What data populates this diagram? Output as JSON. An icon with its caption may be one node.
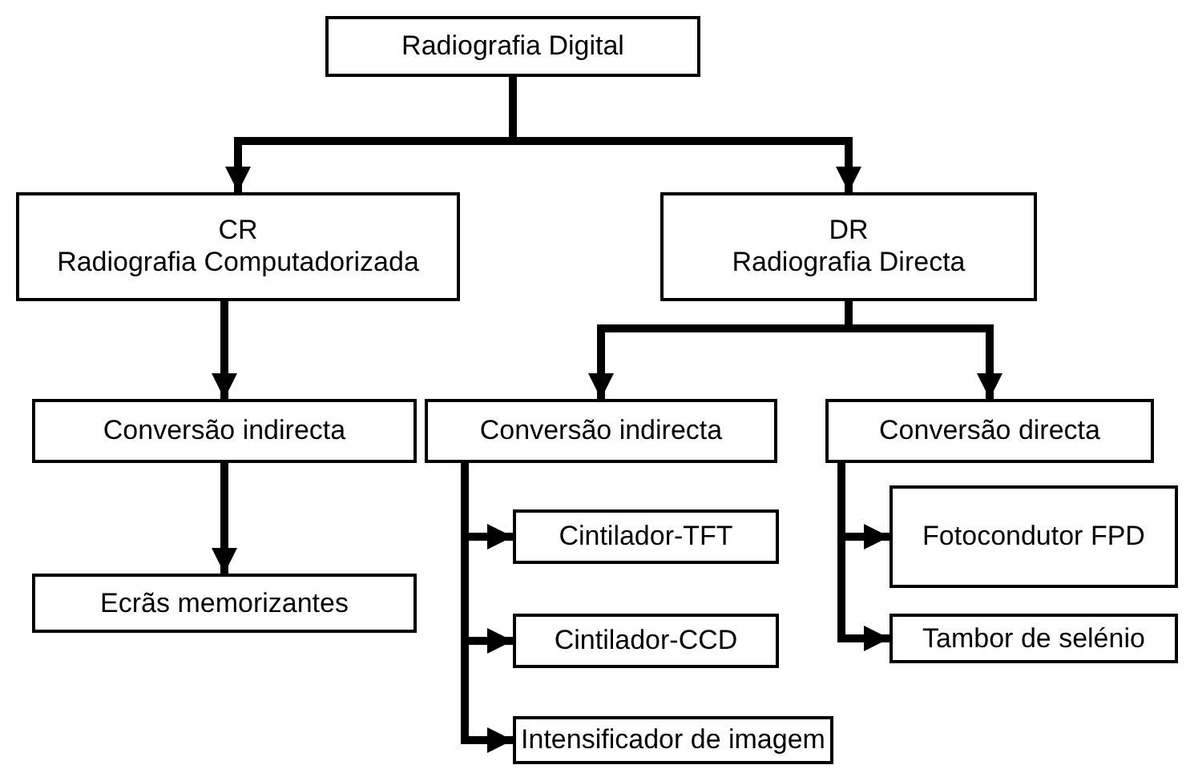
{
  "diagram": {
    "nodes": [
      {
        "text": [
          "Radiografia Digital"
        ]
      },
      {
        "text": [
          "CR",
          "Radiografia Computadorizada"
        ]
      },
      {
        "text": [
          "DR",
          "Radiografia Directa"
        ]
      },
      {
        "text": [
          "Conversão indirecta"
        ]
      },
      {
        "text": [
          "Ecrãs memorizantes"
        ]
      },
      {
        "text": [
          "Conversão indirecta"
        ]
      },
      {
        "text": [
          "Conversão directa"
        ]
      },
      {
        "text": [
          "Cintilador-TFT"
        ]
      },
      {
        "text": [
          "Cintilador-CCD"
        ]
      },
      {
        "text": [
          "Intensificador de imagem"
        ]
      },
      {
        "text": [
          "Fotocondutor FPD"
        ]
      },
      {
        "text": [
          "Tambor de selénio"
        ]
      }
    ],
    "edges": [
      {
        "from": 0,
        "to": 1,
        "arrow": "to"
      },
      {
        "from": 0,
        "to": 2,
        "arrow": "to"
      },
      {
        "from": 1,
        "to": 3,
        "arrow": "to"
      },
      {
        "from": 3,
        "to": 4,
        "arrow": "to"
      },
      {
        "from": 2,
        "to": 5,
        "arrow": "to"
      },
      {
        "from": 2,
        "to": 6,
        "arrow": "to"
      },
      {
        "from": 5,
        "to": 7,
        "arrow": "to"
      },
      {
        "from": 5,
        "to": 8,
        "arrow": "to"
      },
      {
        "from": 5,
        "to": 9,
        "arrow": "to"
      },
      {
        "from": 6,
        "to": 10,
        "arrow": "to"
      },
      {
        "from": 6,
        "to": 11,
        "arrow": "to"
      }
    ]
  }
}
